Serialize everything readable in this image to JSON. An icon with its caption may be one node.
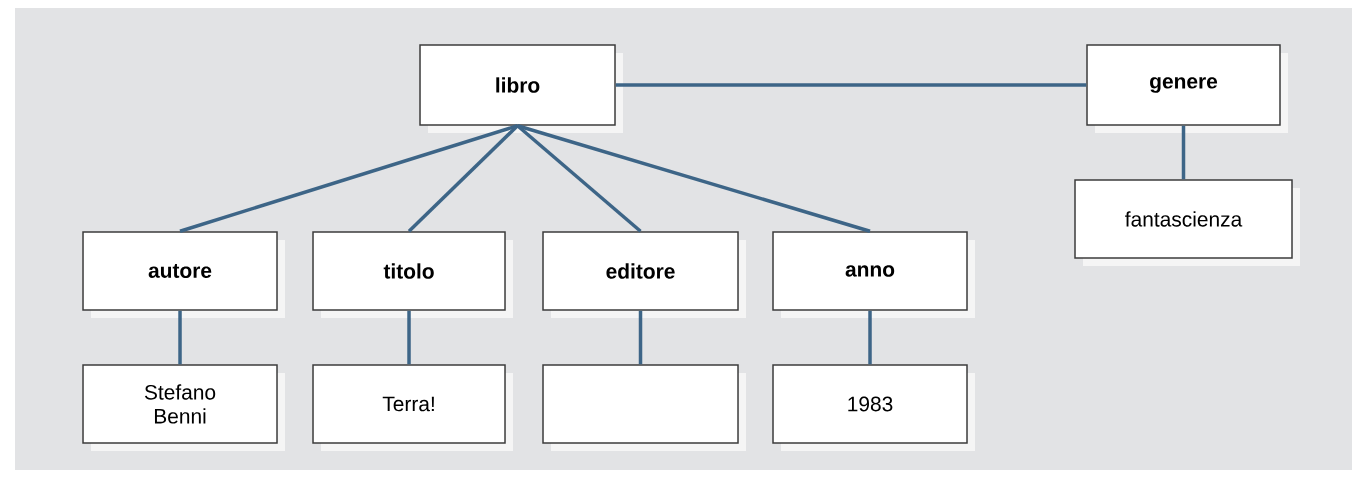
{
  "diagram": {
    "nodes": [
      {
        "text": [
          "libro"
        ]
      },
      {
        "text": [
          "genere"
        ]
      },
      {
        "text": [
          "autore"
        ]
      },
      {
        "text": [
          "titolo"
        ]
      },
      {
        "text": [
          "editore"
        ]
      },
      {
        "text": [
          "anno"
        ]
      },
      {
        "text": [
          "fantascienza"
        ]
      },
      {
        "text": [
          "Stefano Benni"
        ]
      },
      {
        "text": [
          "Terra!"
        ]
      },
      {
        "text": [],
        "shape": "box"
      },
      {
        "text": [
          "1983"
        ]
      }
    ],
    "edges": [
      {
        "from": 0,
        "to": 1,
        "arrow": "none"
      },
      {
        "from": 0,
        "to": 2,
        "arrow": "none"
      },
      {
        "from": 0,
        "to": 3,
        "arrow": "none"
      },
      {
        "from": 0,
        "to": 4,
        "arrow": "none"
      },
      {
        "from": 0,
        "to": 5,
        "arrow": "none"
      },
      {
        "from": 1,
        "to": 6,
        "arrow": "none"
      },
      {
        "from": 2,
        "to": 7,
        "arrow": "none"
      },
      {
        "from": 3,
        "to": 8,
        "arrow": "none"
      },
      {
        "from": 4,
        "to": 9,
        "arrow": "none"
      },
      {
        "from": 5,
        "to": 10,
        "arrow": "none"
      }
    ]
  }
}
